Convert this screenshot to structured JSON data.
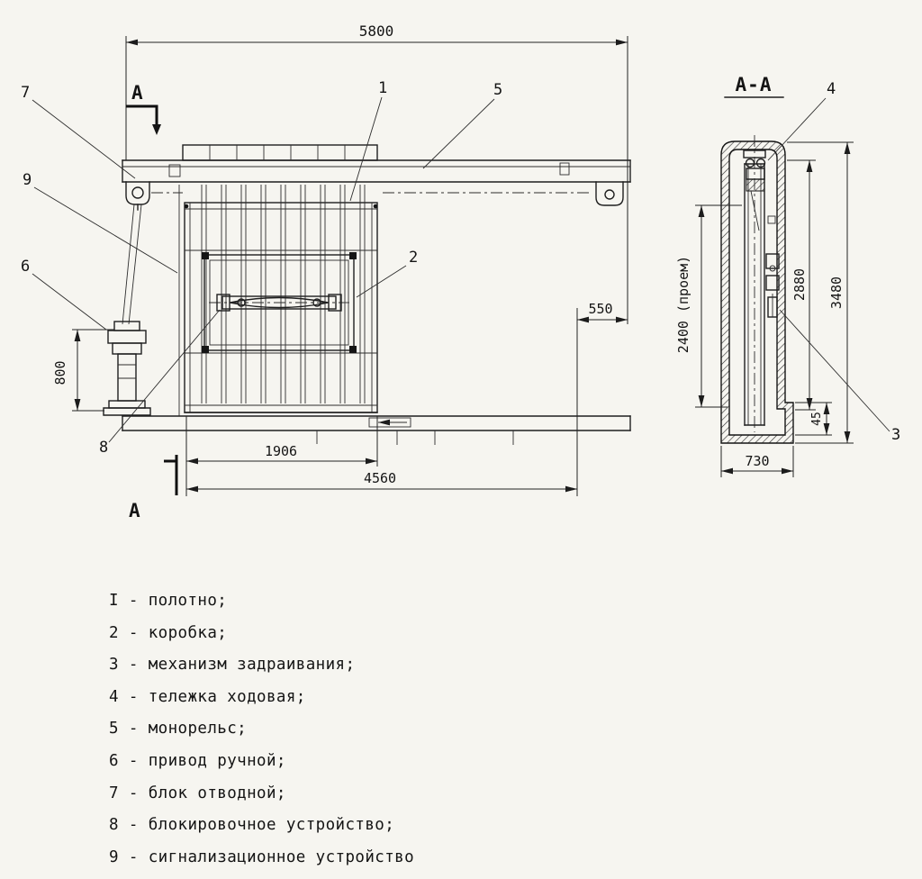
{
  "palette": {
    "ink": "#1c1c1c",
    "paper": "#f6f5f0"
  },
  "front_view": {
    "dim_top": "5800",
    "dim_offset": "550",
    "dim_drive_height": "800",
    "dim_panel_width": "1906",
    "dim_overall_width": "4560",
    "section_letter": "А",
    "callouts": {
      "n1": "1",
      "n2": "2",
      "n5": "5",
      "n6": "6",
      "n7": "7",
      "n8": "8",
      "n9": "9"
    }
  },
  "section_view": {
    "title": "А-А",
    "dim_opening_height": "2400 (проем)",
    "dim_leaf_height": "2880",
    "dim_overall_height": "3480",
    "dim_bottom_gap": "45",
    "dim_depth": "730",
    "callouts": {
      "n3": "3",
      "n4": "4"
    }
  },
  "legend": {
    "items": [
      "I - полотно;",
      "2 - коробка;",
      "3 - механизм задраивания;",
      "4 - тележка ходовая;",
      "5 - монорельс;",
      "6 - привод ручной;",
      "7 - блок отводной;",
      "8 - блокировочное устройство;",
      "9 - сигнализационное устройство"
    ]
  }
}
